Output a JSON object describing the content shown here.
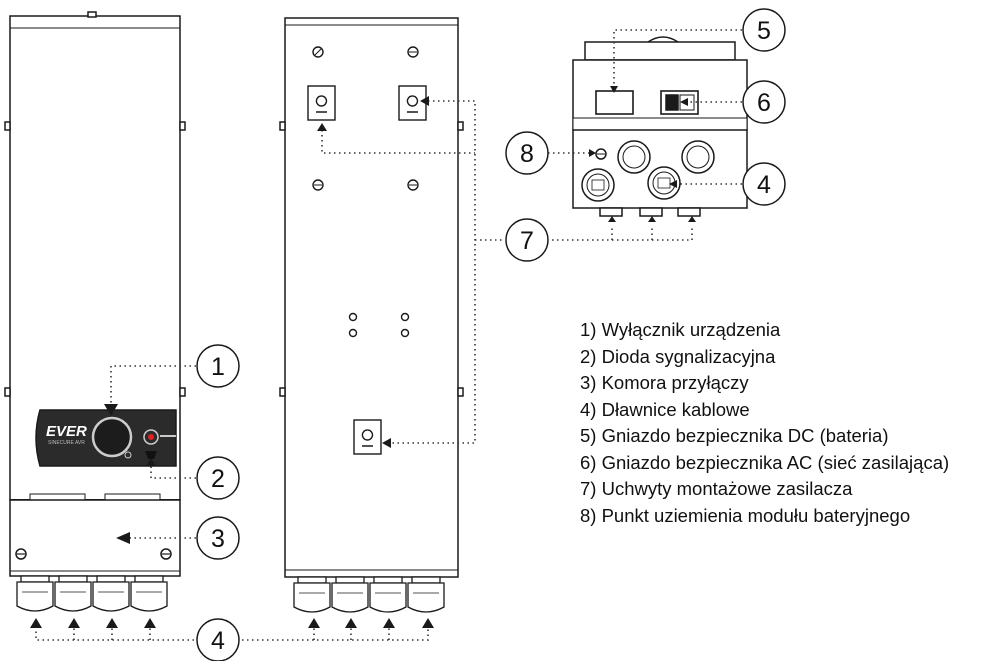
{
  "front_unit": {
    "logo": "EVER",
    "logo_sub": "SINECURE AVR"
  },
  "callouts": {
    "c1": "1",
    "c2": "2",
    "c3": "3",
    "c4": "4",
    "c4_module": "4",
    "c5": "5",
    "c6": "6",
    "c7": "7",
    "c8": "8"
  },
  "legend": {
    "items": [
      "1) Wyłącznik urządzenia",
      "2) Dioda sygnalizacyjna",
      "3) Komora przyłączy",
      "4) Dławnice kablowe",
      "5) Gniazdo bezpiecznika DC (bateria)",
      "6) Gniazdo bezpiecznika AC (sieć zasilająca)",
      "7) Uchwyty montażowe zasilacza",
      "8) Punkt uziemienia modułu bateryjnego"
    ]
  },
  "colors": {
    "outline": "#1a1a1a",
    "panel": "#2b2b2b",
    "led": "#e02020",
    "dots": "#333333"
  }
}
